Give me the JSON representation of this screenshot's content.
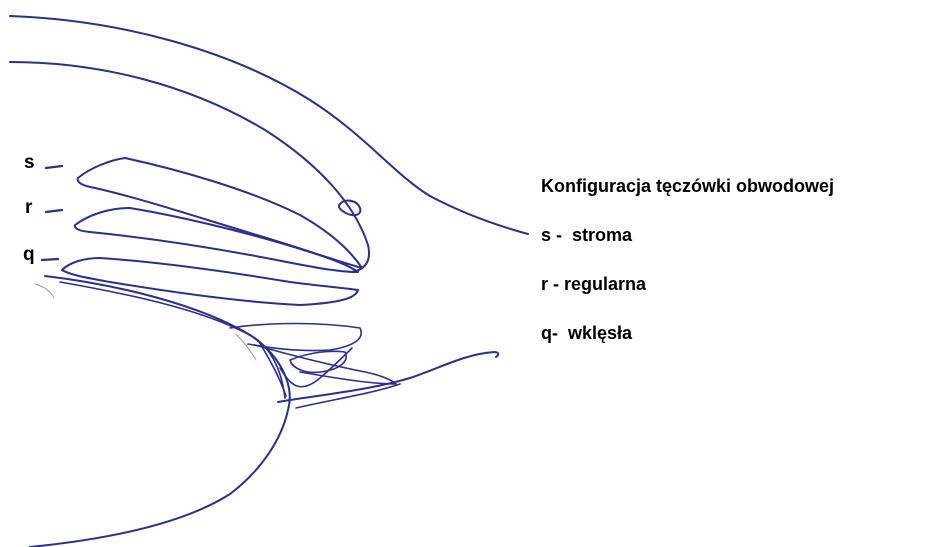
{
  "colors": {
    "ink": "#2b2f8f",
    "text": "#000000",
    "background": "#ffffff"
  },
  "markers": {
    "s": "s",
    "r": "r",
    "q": "q"
  },
  "legend": {
    "title": "Konfiguracja tęczówki obwodowej",
    "items": [
      {
        "text": "s -  stroma"
      },
      {
        "text": "r - regularna"
      },
      {
        "text": "q-  wklęsła"
      }
    ]
  }
}
